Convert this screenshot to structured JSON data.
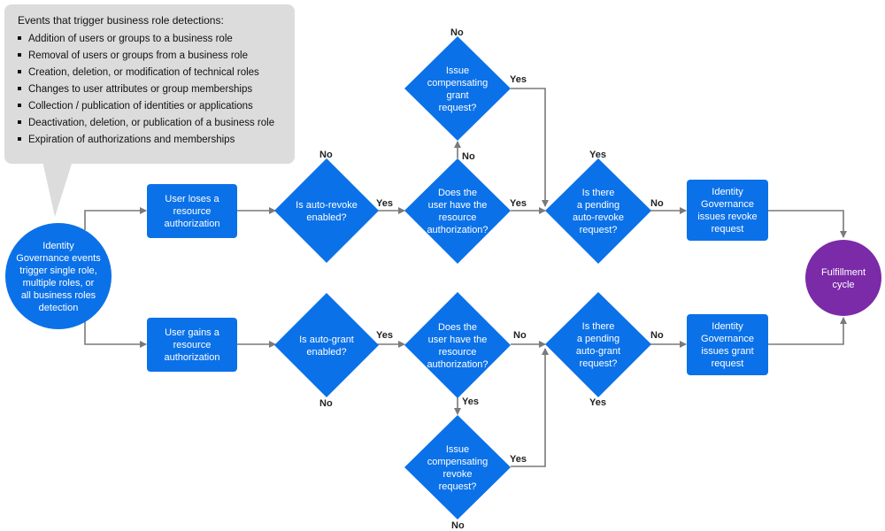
{
  "callout": {
    "title": "Events that trigger business role detections:",
    "items": [
      "Addition of users or groups to a business role",
      "Removal of users or groups from a business role",
      "Creation, deletion, or modification of technical roles",
      "Changes to user attributes or group memberships",
      "Collection / publication of identities or applications",
      "Deactivation, deletion, or publication of a business role",
      "Expiration of authorizations and memberships"
    ]
  },
  "nodes": {
    "start": [
      "Identity",
      "Governance events",
      "trigger single role,",
      "multiple roles, or",
      "all business roles",
      "detection"
    ],
    "loses": [
      "User loses a",
      "resource",
      "authorization"
    ],
    "gains": [
      "User gains a",
      "resource",
      "authorization"
    ],
    "auto_revoke": [
      "Is auto-revoke",
      "enabled?"
    ],
    "auto_grant": [
      "Is auto-grant",
      "enabled?"
    ],
    "have_top": [
      "Does the",
      "user have the",
      "resource",
      "authorization?"
    ],
    "have_bottom": [
      "Does the",
      "user have the",
      "resource",
      "authorization?"
    ],
    "comp_grant": [
      "Issue",
      "compensating",
      "grant",
      "request?"
    ],
    "comp_revoke": [
      "Issue",
      "compensating",
      "revoke",
      "request?"
    ],
    "pending_revoke": [
      "Is there",
      "a pending",
      "auto-revoke",
      "request?"
    ],
    "pending_grant": [
      "Is there",
      "a pending",
      "auto-grant",
      "request?"
    ],
    "issue_revoke": [
      "Identity",
      "Governance",
      "issues revoke",
      "request"
    ],
    "issue_grant": [
      "Identity",
      "Governance",
      "issues grant",
      "request"
    ],
    "fulfillment": [
      "Fulfillment",
      "cycle"
    ]
  },
  "labels": {
    "yes": "Yes",
    "no": "No"
  },
  "colors": {
    "node": "#0b71e8",
    "fulfillment": "#7b2aa8",
    "callout": "#dcdcdc",
    "edge": "#7a7a7a"
  }
}
